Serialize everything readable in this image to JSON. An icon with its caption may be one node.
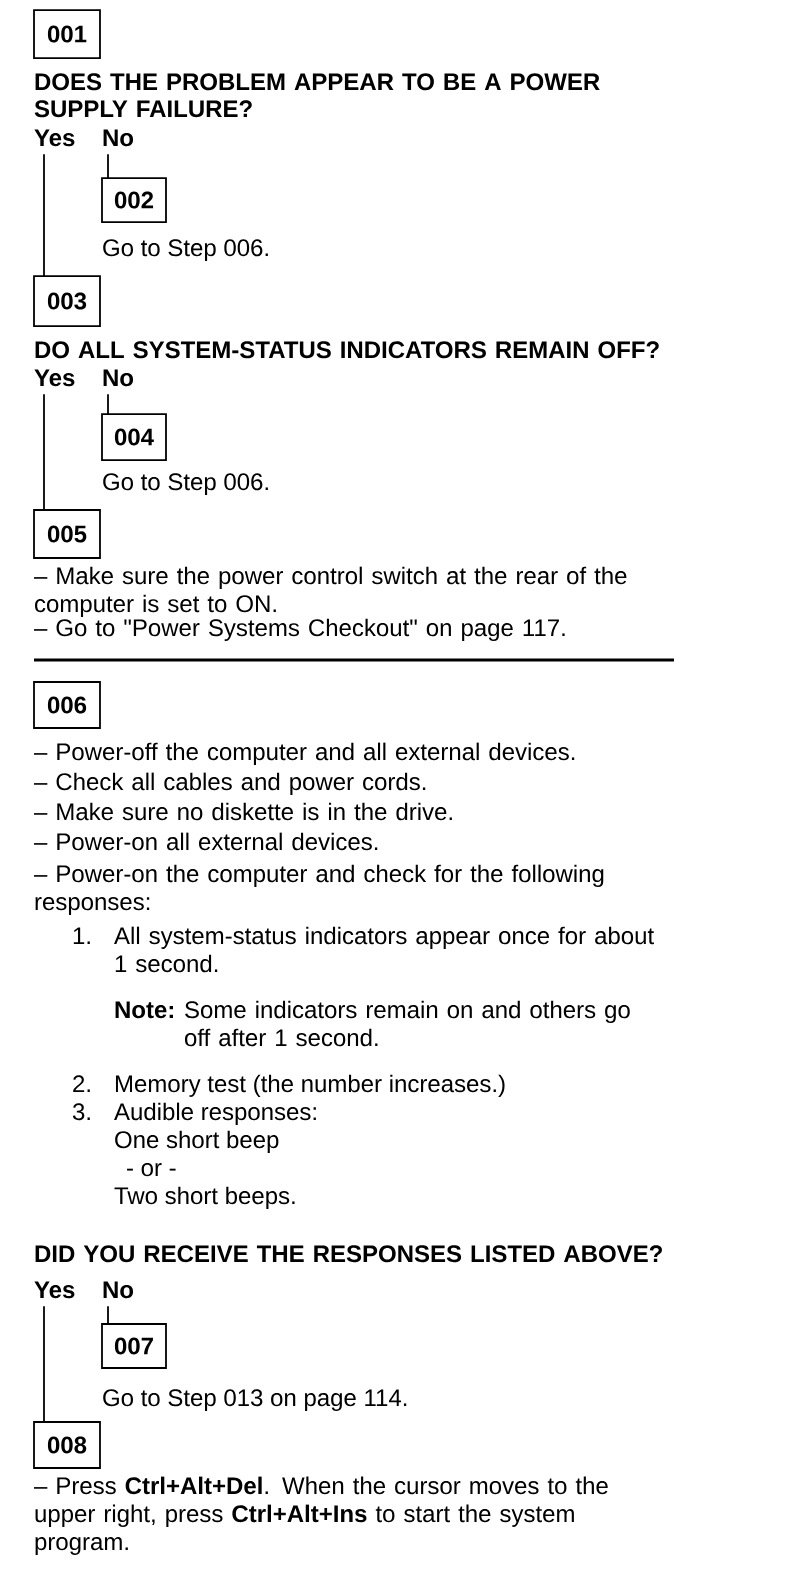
{
  "diagram": {
    "nodes": [
      {
        "text": [
          "001"
        ],
        "beside": [
          "DOES THE PROBLEM APPEAR TO BE A POWER SUPPLY FAILURE?"
        ]
      },
      {
        "text": [
          "Yes"
        ]
      },
      {
        "text": [
          "No"
        ]
      },
      {
        "text": [
          "002"
        ],
        "beside": [
          "Go to Step 006."
        ]
      },
      {
        "text": [
          "003"
        ],
        "beside": [
          "DO ALL SYSTEM-STATUS INDICATORS REMAIN OFF?"
        ]
      },
      {
        "text": [
          "Yes"
        ]
      },
      {
        "text": [
          "No"
        ]
      },
      {
        "text": [
          "004"
        ],
        "beside": [
          "Go to Step 006."
        ]
      },
      {
        "text": [
          "005"
        ],
        "beside": [
          "– Make sure the power control switch at the rear of the computer is set to ON.",
          "– Go to \"Power Systems Checkout\" on page 117."
        ]
      },
      {
        "text": [
          "006"
        ],
        "beside": [
          "– Power-off the computer and all external devices.",
          "– Check all cables and power cords.",
          "– Make sure no diskette is in the drive.",
          "– Power-on all external devices.",
          "– Power-on the computer and check for the following responses:",
          "1.",
          "All system-status indicators appear once for about 1 second.",
          "Note:",
          "Some indicators remain on and others go off after 1 second.",
          "2.",
          "Memory test (the number increases.)",
          "3.",
          "Audible responses:",
          "One short beep",
          "- or -",
          "Two short beeps."
        ]
      },
      {
        "text": [
          "Yes"
        ]
      },
      {
        "text": [
          "No"
        ]
      },
      {
        "text": [
          "007"
        ],
        "beside": [
          "Go to Step 013 on page 114."
        ]
      },
      {
        "text": [
          "008"
        ],
        "beside": [
          "– Press **Ctrl+Alt+Del**. When the cursor moves to the upper right, press **Ctrl+Alt+Ins** to start the system program."
        ]
      }
    ],
    "edges": [
      {
        "from": 2,
        "to": 3,
        "arrow": "none"
      },
      {
        "from": 1,
        "to": 4,
        "arrow": "none"
      },
      {
        "from": 6,
        "to": 7,
        "arrow": "none"
      },
      {
        "from": 5,
        "to": 8,
        "arrow": "none"
      },
      {
        "from": 11,
        "to": 12,
        "arrow": "none"
      },
      {
        "from": 10,
        "to": 13,
        "arrow": "none"
      }
    ],
    "labels": [
      "DID YOU RECEIVE THE RESPONSES LISTED ABOVE?"
    ]
  }
}
